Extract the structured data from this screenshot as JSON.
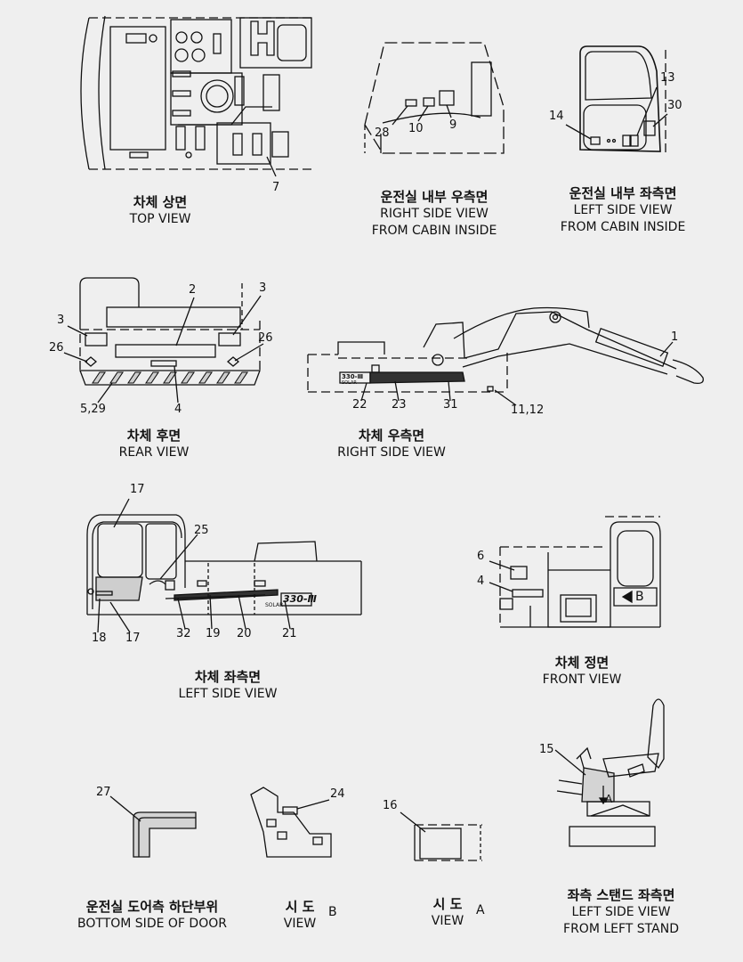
{
  "views": {
    "top": {
      "ko": "차체  상면",
      "en": [
        "TOP VIEW"
      ]
    },
    "right_cab": {
      "ko": "운전실 내부 우측면",
      "en": [
        "RIGHT SIDE VIEW",
        "FROM CABIN INSIDE"
      ]
    },
    "left_cab": {
      "ko": "운전실 내부 좌측면",
      "en": [
        "LEFT SIDE VIEW",
        "FROM CABIN INSIDE"
      ]
    },
    "rear": {
      "ko": "차체 후면",
      "en": [
        "REAR VIEW"
      ]
    },
    "right": {
      "ko": "차체 우측면",
      "en": [
        "RIGHT SIDE VIEW"
      ]
    },
    "left": {
      "ko": "차체 좌측면",
      "en": [
        "LEFT SIDE VIEW"
      ]
    },
    "front": {
      "ko": "차체 정면",
      "en": [
        "FRONT VIEW"
      ]
    },
    "door": {
      "ko": "운전실 도어측 하단부위",
      "en": [
        "BOTTOM SIDE OF DOOR"
      ]
    },
    "view_b": {
      "ko": "시 도",
      "en": [
        "VIEW"
      ],
      "ref": "B"
    },
    "view_a": {
      "ko": "시 도",
      "en": [
        "VIEW"
      ],
      "ref": "A"
    },
    "stand": {
      "ko": "좌측 스탠드 좌측면",
      "en": [
        "LEFT SIDE VIEW",
        "FROM LEFT STAND"
      ]
    }
  },
  "callouts": {
    "n7": "7",
    "n28": "28",
    "n10": "10",
    "n9": "9",
    "n13": "13",
    "n14": "14",
    "n30": "30",
    "n2": "2",
    "n3a": "3",
    "n3b": "3",
    "n26a": "26",
    "n26b": "26",
    "n529": "5,29",
    "n4a": "4",
    "n1": "1",
    "n22": "22",
    "n23": "23",
    "n31": "31",
    "n1112": "11,12",
    "n17a": "17",
    "n25": "25",
    "n18": "18",
    "n17b": "17",
    "n32": "32",
    "n19": "19",
    "n20": "20",
    "n21": "21",
    "n6": "6",
    "n4b": "4",
    "n27": "27",
    "n24": "24",
    "n16": "16",
    "n15": "15"
  },
  "labels": {
    "model_right": "330-Ⅲ",
    "model_left": "330-Ⅲ",
    "solar_right": "SOLAR",
    "solar_left": "SOLAR",
    "arrow_b": "B",
    "arrow_a": "A"
  }
}
